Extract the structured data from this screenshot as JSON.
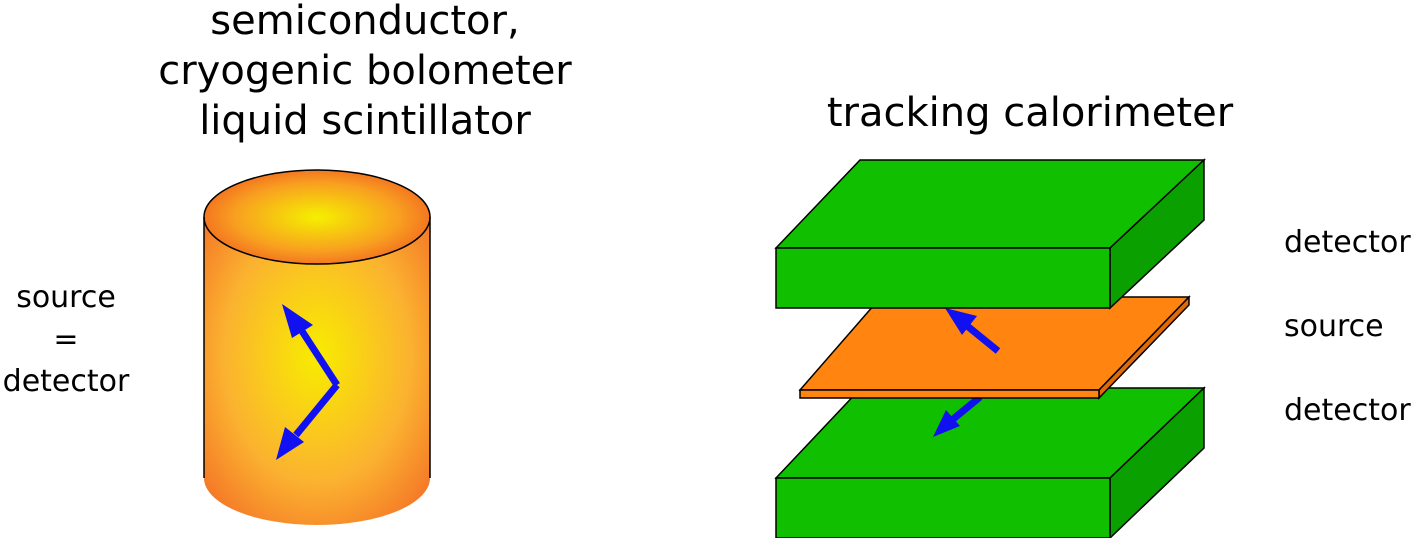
{
  "left_panel": {
    "title_lines": [
      "semiconductor,",
      "cryogenic bolometer",
      "liquid scintillator"
    ],
    "side_label_lines": [
      "source",
      "=",
      "detector"
    ],
    "cylinder_color_center": "#f5f000",
    "cylinder_color_edge": "#f06020"
  },
  "right_panel": {
    "title": "tracking calorimeter",
    "labels": {
      "top_detector": "detector",
      "source": "source",
      "bottom_detector": "detector"
    },
    "detector_color": "#10c000",
    "source_color": "#ff8410"
  },
  "arrow_color": "#1010f0"
}
